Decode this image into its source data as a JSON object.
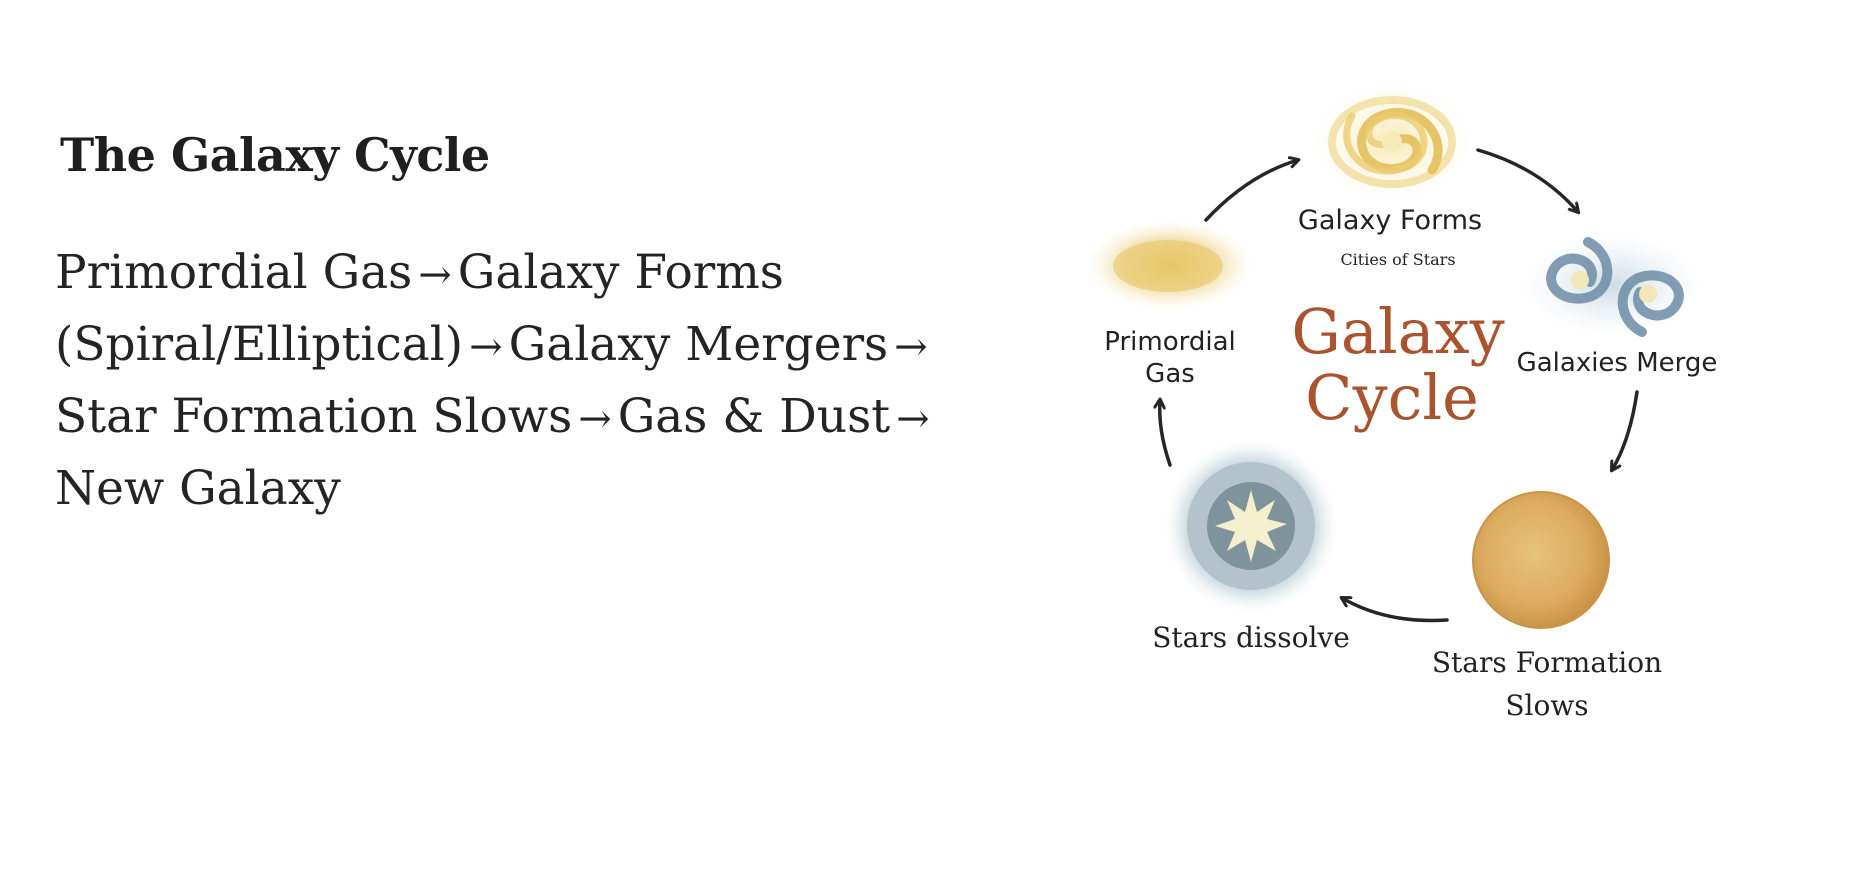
{
  "slide": {
    "title": "The Galaxy Cycle",
    "flow_lines": [
      [
        "Primordial Gas",
        "Galaxy Forms"
      ],
      [
        "(Spiral/Elliptical)",
        "Galaxy Mergers",
        ""
      ],
      [
        "Star Formation Slows",
        "Gas & Dust",
        ""
      ],
      [
        "New Galaxy"
      ]
    ],
    "arrow_glyph": "→"
  },
  "diagram": {
    "center_title": [
      "Galaxy",
      "Cycle"
    ],
    "stages": [
      {
        "id": "primordial-gas",
        "label": [
          "Primordial",
          "Gas"
        ],
        "icon": "gas-cloud-icon"
      },
      {
        "id": "galaxy-forms",
        "label": [
          "Galaxy Forms"
        ],
        "sublabel": "Cities of Stars",
        "icon": "spiral-galaxy-icon"
      },
      {
        "id": "galaxies-merge",
        "label": [
          "Galaxies Merge"
        ],
        "icon": "merging-galaxies-icon"
      },
      {
        "id": "stars-formation-slows",
        "label": [
          "Stars Formation",
          "Slows"
        ],
        "icon": "dim-star-icon"
      },
      {
        "id": "stars-dissolve",
        "label": [
          "Stars dissolve"
        ],
        "icon": "stellar-remnant-icon"
      }
    ]
  },
  "colors": {
    "text": "#222222",
    "center_title": "#a9532f",
    "arrow": "#262626",
    "gold": "#e6c56a",
    "orb": "#dcaa5e",
    "nebula_blue": "#6f8fa8"
  }
}
